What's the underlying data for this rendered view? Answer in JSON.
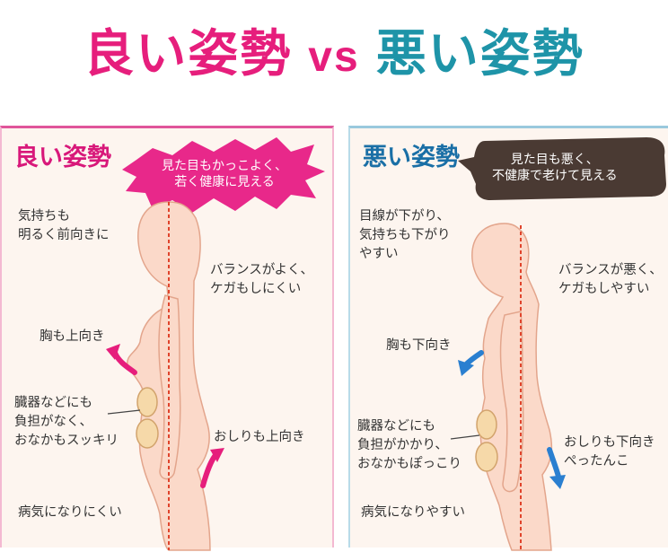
{
  "title": {
    "good": "良い姿勢",
    "vs": "vs",
    "bad": "悪い姿勢"
  },
  "good_panel": {
    "heading": "良い姿勢",
    "callout_line1": "見た目もかっこよく、",
    "callout_line2": "若く健康に見える",
    "mood_line1": "気持ちも",
    "mood_line2": "明るく前向きに",
    "balance_line1": "バランスがよく、",
    "balance_line2": "ケガもしにくい",
    "chest": "胸も上向き",
    "organs_line1": "臓器などにも",
    "organs_line2": "負担がなく、",
    "organs_line3": "おなかもスッキリ",
    "hip": "おしりも上向き",
    "illness": "病気になりにくい"
  },
  "bad_panel": {
    "heading": "悪い姿勢",
    "callout_line1": "見た目も悪く、",
    "callout_line2": "不健康で老けて見える",
    "mood_line1": "目線が下がり、",
    "mood_line2": "気持ちも下がり",
    "mood_line3": "やすい",
    "balance_line1": "バランスが悪く、",
    "balance_line2": "ケガもしやすい",
    "chest": "胸も下向き",
    "organs_line1": "臓器などにも",
    "organs_line2": "負担がかかり、",
    "organs_line3": "おなかもぽっこり",
    "hip_line1": "おしりも下向き",
    "hip_line2": "ぺったんこ",
    "illness": "病気になりやすい"
  },
  "colors": {
    "good_accent": "#e61e7c",
    "bad_accent": "#1e94a8",
    "skin": "#fbd9c9",
    "outline": "#e3a58c",
    "spine_line": "#e0442c",
    "bad_arrow": "#2a7fd0",
    "bad_bubble": "#4a3a33"
  }
}
